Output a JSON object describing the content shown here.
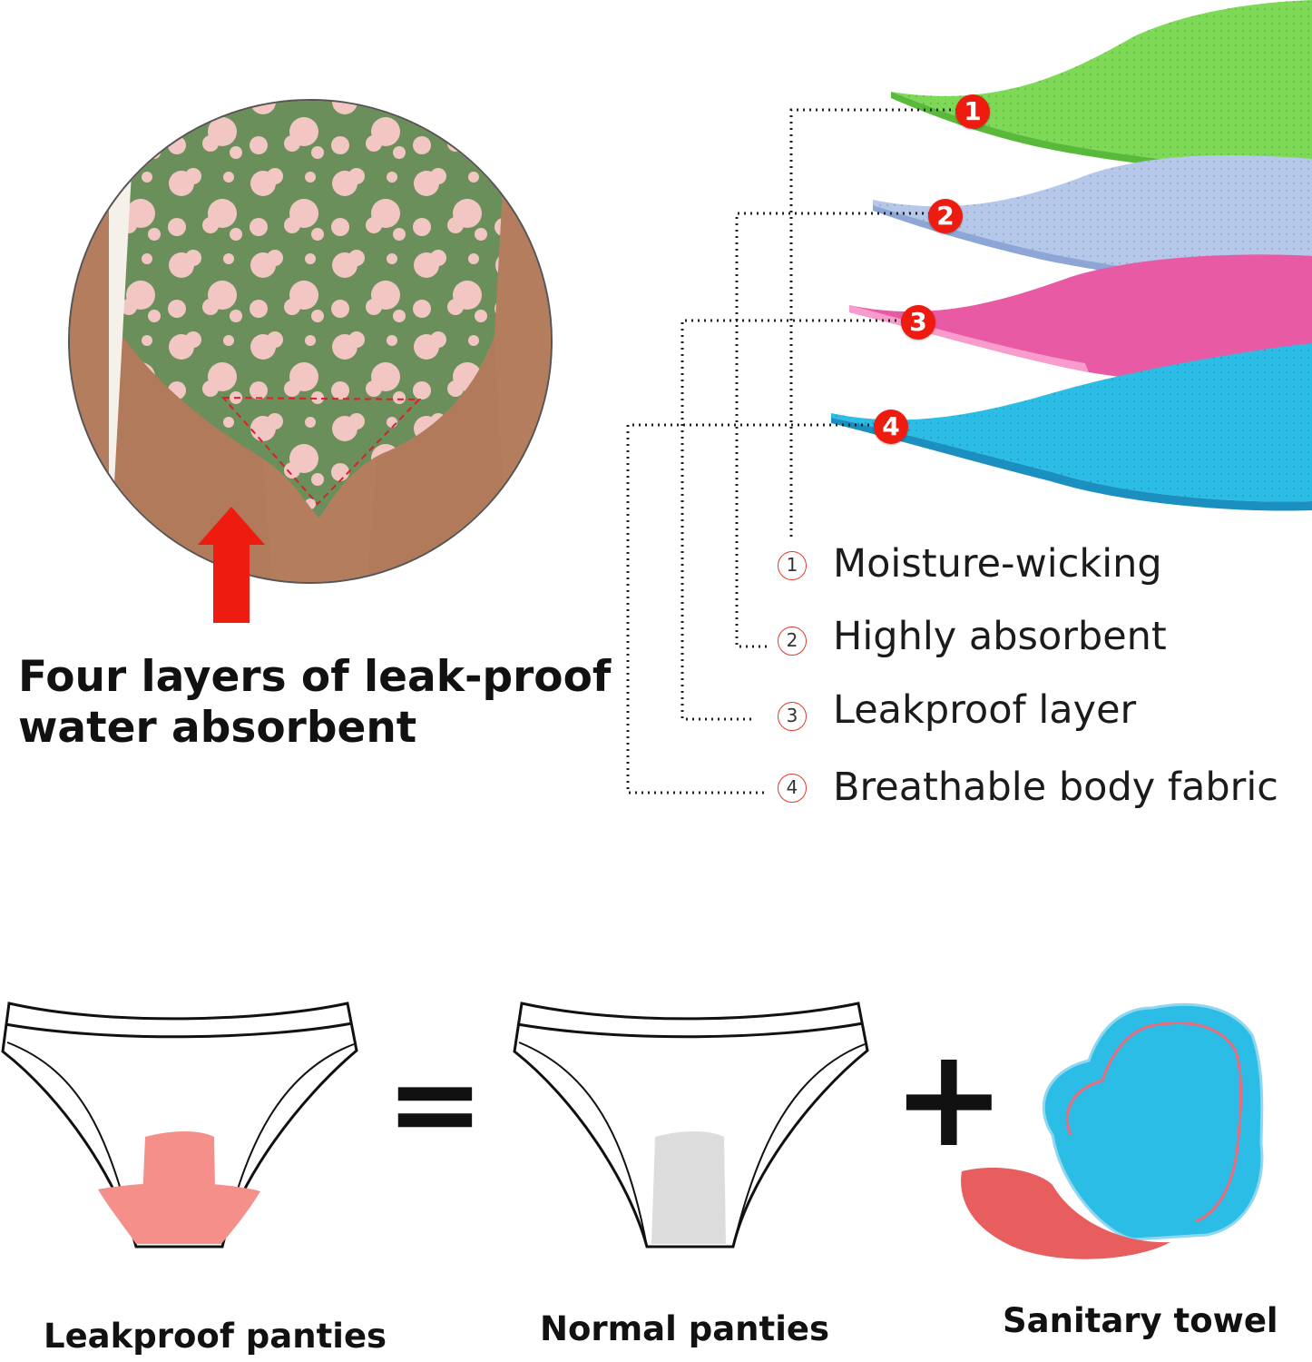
{
  "headline": {
    "line1": "Four layers of leak-proof",
    "line2": "water absorbent"
  },
  "layers": [
    {
      "number": "1",
      "label": "Moisture-wicking",
      "color": "#7ed957"
    },
    {
      "number": "2",
      "label": "Highly absorbent",
      "color": "#b6c8ea"
    },
    {
      "number": "3",
      "label": "Leakproof layer",
      "color": "#e85aa3"
    },
    {
      "number": "4",
      "label": "Breathable body fabric",
      "color": "#2bbde6"
    }
  ],
  "comparison": {
    "leakproof_label": "Leakproof panties",
    "normal_label": "Normal panties",
    "towel_label": "Sanitary towel",
    "equals_sign": "=",
    "plus_sign": "+"
  },
  "colors": {
    "accent_red": "#ee1c10",
    "pad_pink": "#f48f8a",
    "pad_gray": "#dcdcdc",
    "towel_blue": "#2bbde6",
    "towel_red": "#e85d5d",
    "fabric_green": "#6b8f5a",
    "flower_pink": "#f2c6c2"
  }
}
